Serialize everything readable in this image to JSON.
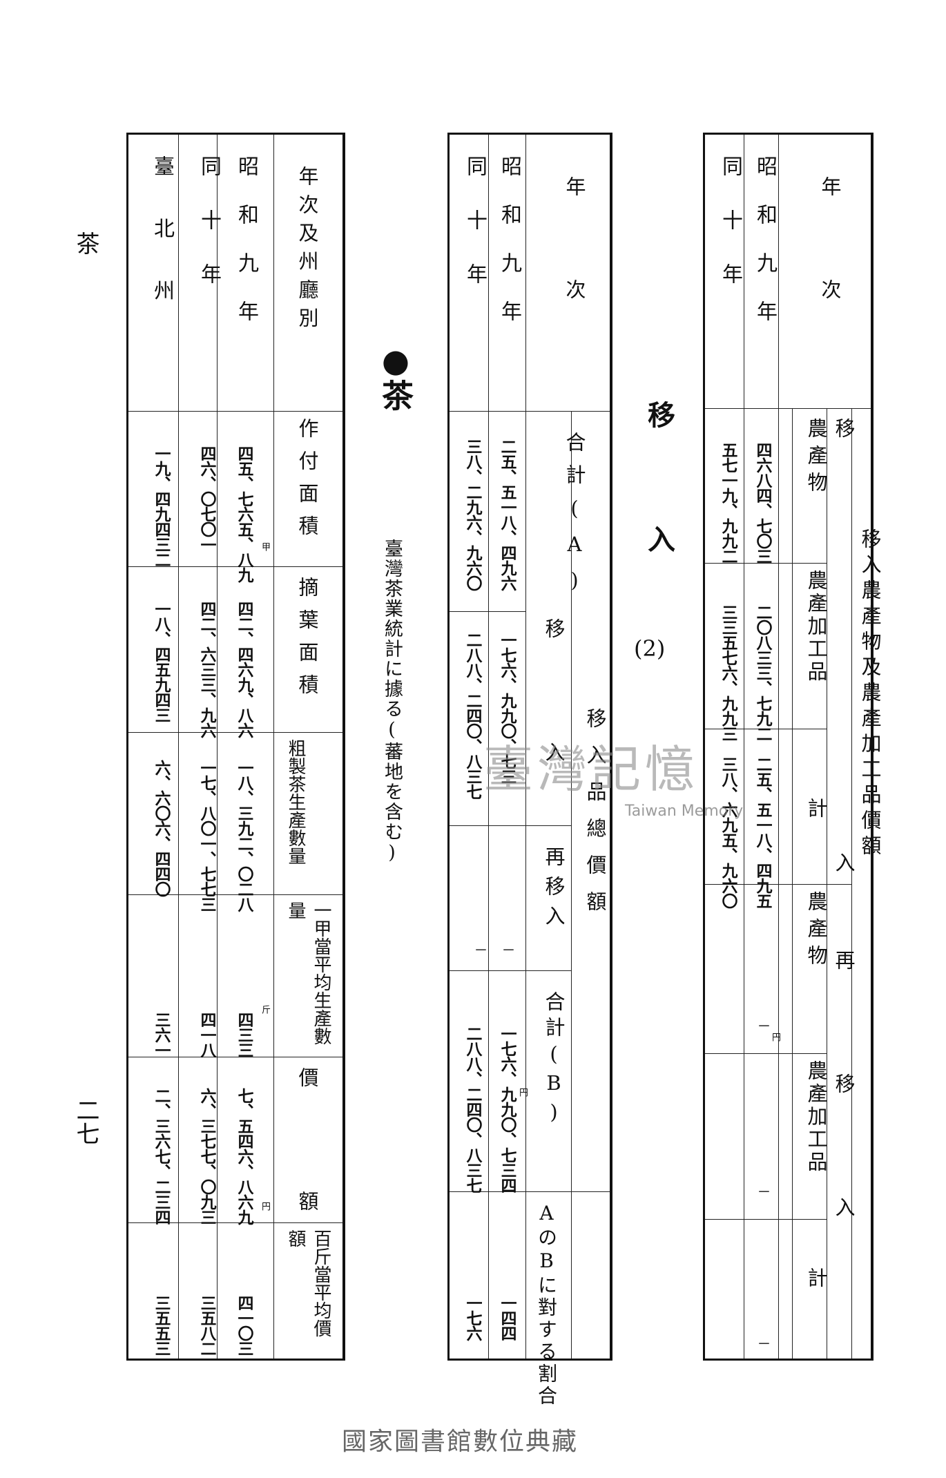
{
  "running_head": "茶",
  "page_number": "二七",
  "table_import": {
    "h_year": "年次",
    "h_import_total": "移入農產物及農產加工品價額",
    "h_import": "移入",
    "h_farm": "農產物",
    "h_processed": "農產加工品",
    "h_total": "計",
    "h_reimport": "再移入",
    "rows": [
      {
        "year": "昭和九年",
        "farm": "四六八四、七〇三",
        "processed": "二〇八三三、七九二",
        "total": "二五、五一八、四九五",
        "re_farm": "－",
        "re_processed": "－",
        "re_total": "－"
      },
      {
        "year": "同十年",
        "farm": "五七一九、九九二",
        "processed": "三三五七六、九九三",
        "total": "三八、六九五、九六〇",
        "re_farm": "",
        "re_processed": "",
        "re_total": ""
      }
    ],
    "unit": "円"
  },
  "section_title": "移入",
  "section_subtitle": "(2)",
  "table_ratio": {
    "h_year": "年次",
    "h_total_a": "合計(A)",
    "h_import_total": "移入品總價額",
    "h_import": "移入",
    "h_reimport": "再移入",
    "h_total_b": "合計(B)",
    "h_ratio": "AのBに對する割合",
    "rows": [
      {
        "year": "昭和九年",
        "total_a": "二五、五一八、四九六",
        "import": "一七六、九九〇、七三",
        "reimport": "－",
        "total_b": "一七六、九九〇、七三四",
        "ratio": "一四四"
      },
      {
        "year": "同十年",
        "total_a": "三八、二九六、九六〇",
        "import": "二八八、二四〇、八三七",
        "reimport": "－",
        "total_b": "二八八、二四〇、八三七",
        "ratio": "一七六"
      }
    ],
    "unit": "円"
  },
  "tea_title": "●茶",
  "tea_note": "臺灣茶業統計に據る(蕃地を含む)",
  "table_tea": {
    "h_year": "年次及州廳別",
    "h_planted": "作付面積",
    "h_picked": "摘葉面積",
    "h_crude": "粗製茶生產數量",
    "h_per_ko": "一甲當平均生產數量",
    "h_value": "價額",
    "h_per_100": "百斤當平均價額",
    "rows": [
      {
        "name": "昭和九年",
        "planted": "四五、七六五、八九",
        "picked": "四二、四六九、八六",
        "crude": "一八、三九二、〇二八",
        "per_ko": "四三三",
        "value": "七、五四六、八六九",
        "per_100": "四一〇三"
      },
      {
        "name": "同十年",
        "planted": "四六、〇七〇一",
        "picked": "四二、六三三、九六",
        "crude": "一七、八〇一、七七三",
        "per_ko": "四一八",
        "value": "六、三七七、〇九三",
        "per_100": "三五八二"
      },
      {
        "name": "臺北州",
        "planted": "一九、四九四三二",
        "picked": "一八、四五九四三",
        "crude": "六、六〇六、四四〇",
        "per_ko": "三六一",
        "value": "二、三六七、二三四",
        "per_100": "三五五三"
      }
    ],
    "unit_ko": "甲",
    "unit_kin": "斤",
    "unit_yen": "円"
  },
  "watermark_cn": "臺灣記憶",
  "watermark_en": "Taiwan Memory",
  "footer": "國家圖書館數位典藏"
}
